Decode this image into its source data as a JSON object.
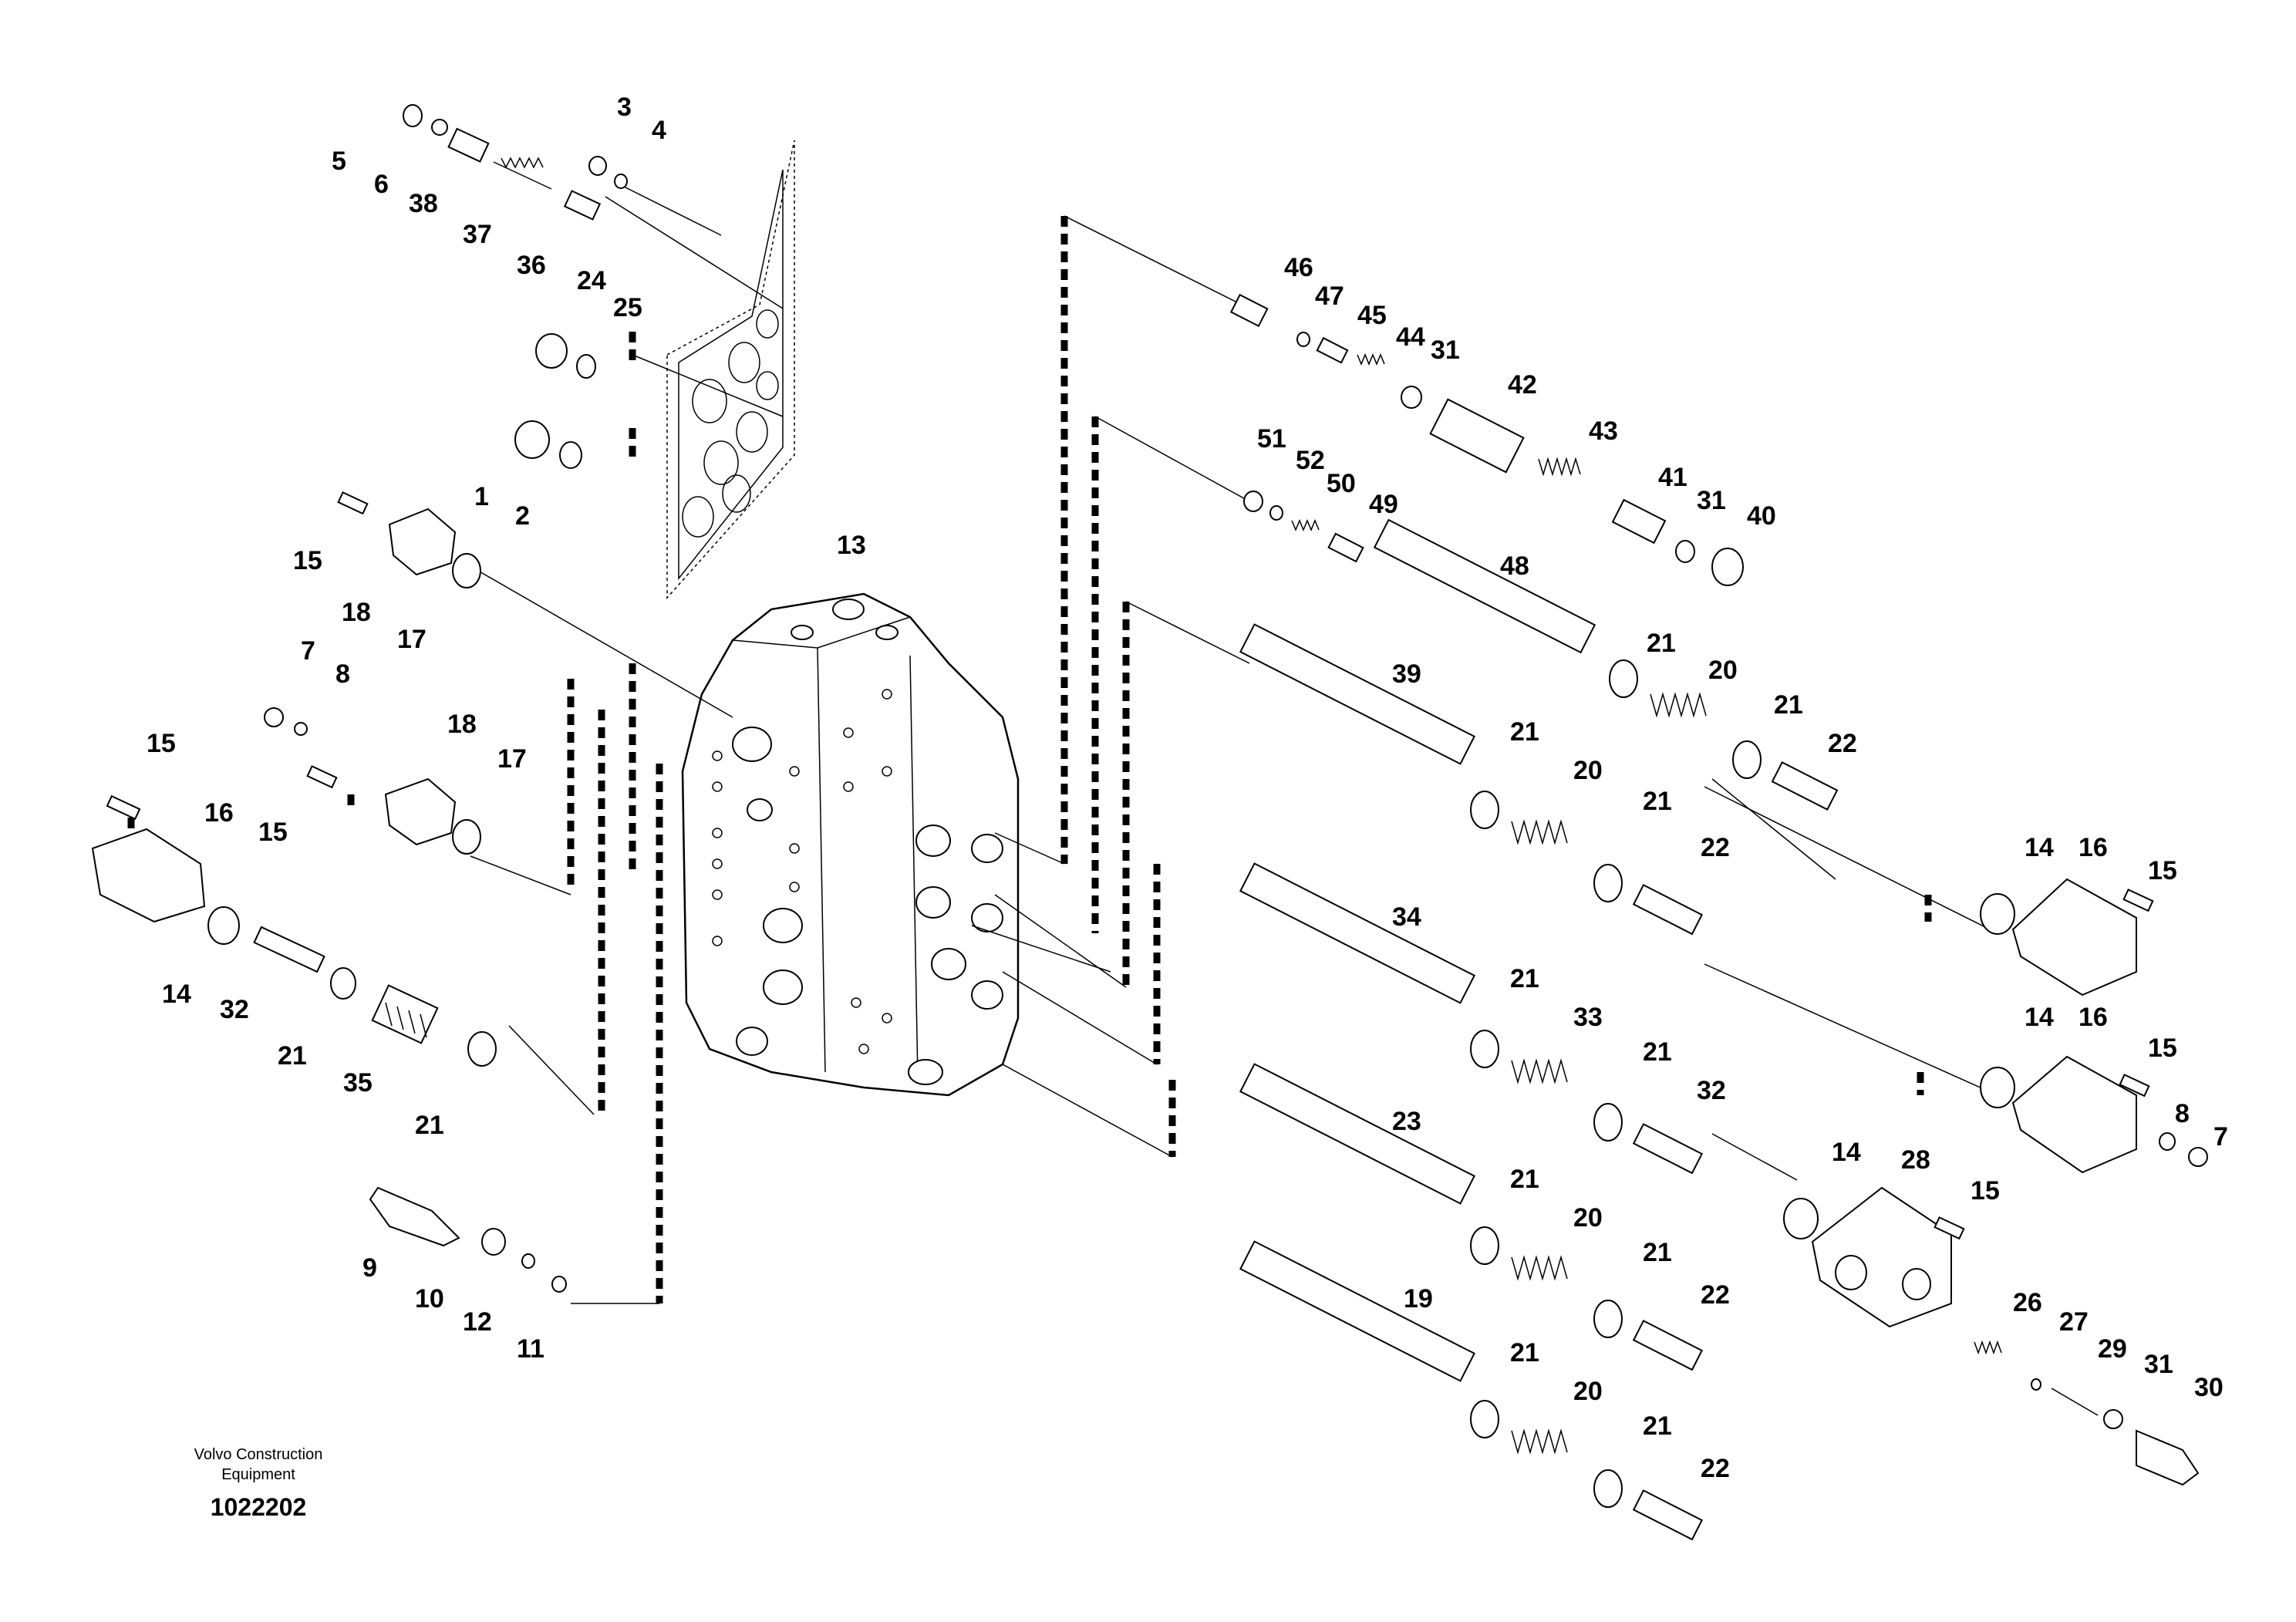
{
  "brand": {
    "line1": "Volvo Construction",
    "line2": "Equipment",
    "drawing_number": "1022202"
  },
  "callouts": {
    "c5": "5",
    "c6": "6",
    "c38": "38",
    "c37": "37",
    "c36": "36",
    "c3": "3",
    "c4": "4",
    "c24": "24",
    "c25": "25",
    "c1": "1",
    "c2": "2",
    "c13": "13",
    "c15a": "15",
    "c18a": "18",
    "c17a": "17",
    "c7a": "7",
    "c8a": "8",
    "c18b": "18",
    "c17b": "17",
    "c15b": "15",
    "c15c": "15",
    "c16a": "16",
    "c14a": "14",
    "c32a": "32",
    "c21a": "21",
    "c35": "35",
    "c21b": "21",
    "c9": "9",
    "c10": "10",
    "c12": "12",
    "c11": "11",
    "c46": "46",
    "c47": "47",
    "c45": "45",
    "c44": "44",
    "c31a": "31",
    "c42": "42",
    "c43": "43",
    "c41": "41",
    "c31b": "31",
    "c40": "40",
    "c51": "51",
    "c52": "52",
    "c50": "50",
    "c49": "49",
    "c48": "48",
    "c21c": "21",
    "c20a": "20",
    "c21d": "21",
    "c22a": "22",
    "c39": "39",
    "c21e": "21",
    "c20b": "20",
    "c21f": "21",
    "c22b": "22",
    "c14b": "14",
    "c16b": "16",
    "c15d": "15",
    "c34": "34",
    "c21g": "21",
    "c33": "33",
    "c21h": "21",
    "c32b": "32",
    "c14c": "14",
    "c16c": "16",
    "c15e": "15",
    "c8b": "8",
    "c7b": "7",
    "c23": "23",
    "c21i": "21",
    "c20c": "20",
    "c21j": "21",
    "c22c": "22",
    "c14d": "14",
    "c28": "28",
    "c15f": "15",
    "c26": "26",
    "c27": "27",
    "c29": "29",
    "c31c": "31",
    "c30": "30",
    "c19": "19",
    "c21k": "21",
    "c20d": "20",
    "c21l": "21",
    "c22d": "22"
  }
}
